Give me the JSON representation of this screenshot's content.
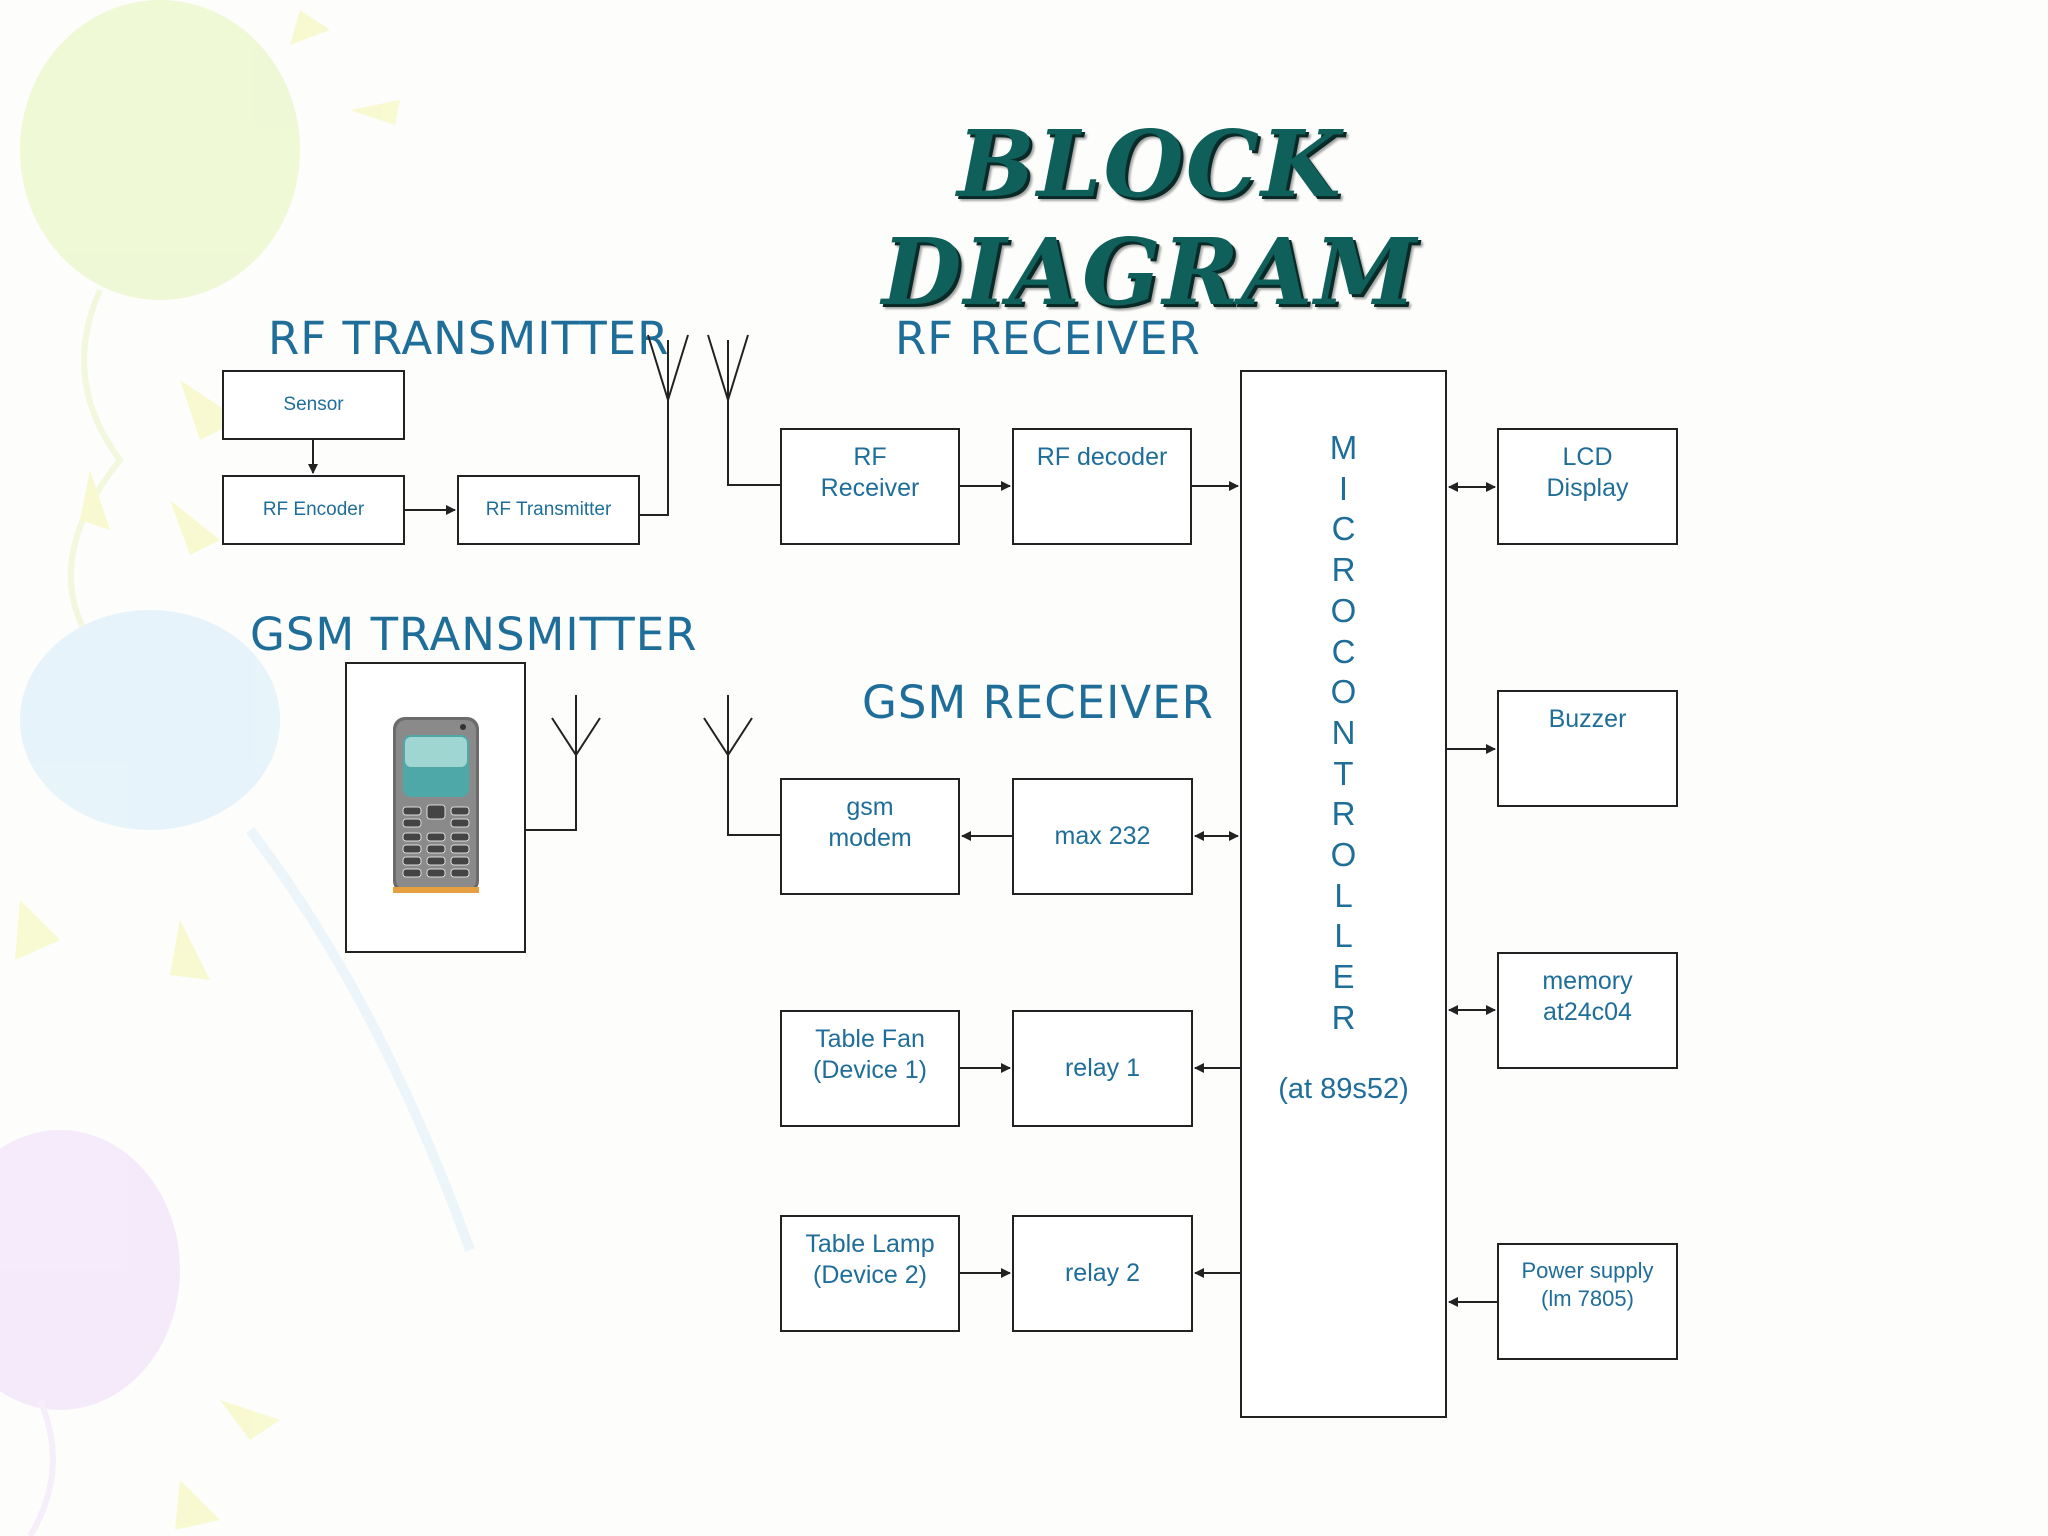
{
  "title": "BLOCK DIAGRAM",
  "sections": {
    "rf_transmitter": "RF TRANSMITTER",
    "rf_receiver": "RF RECEIVER",
    "gsm_transmitter": "GSM TRANSMITTER",
    "gsm_receiver": "GSM RECEIVER"
  },
  "blocks": {
    "sensor": "Sensor",
    "rf_encoder": "RF Encoder",
    "rf_transmitter": "RF Transmitter",
    "rf_receiver": "RF\nReceiver",
    "rf_decoder": "RF decoder",
    "gsm_modem": "gsm\nmodem",
    "max232": "max 232",
    "table_fan": "Table Fan\n(Device 1)",
    "relay1": "relay 1",
    "table_lamp": "Table Lamp\n(Device 2)",
    "relay2": "relay 2",
    "lcd": "LCD\nDisplay",
    "buzzer": "Buzzer",
    "memory": "memory\nat24c04",
    "power_supply": "Power supply\n(lm 7805)"
  },
  "microcontroller": {
    "letters": [
      "M",
      "I",
      "C",
      "R",
      "O",
      "C",
      "O",
      "N",
      "T",
      "R",
      "O",
      "L",
      "L",
      "E",
      "R"
    ],
    "model": "(at 89s52)"
  },
  "icons": {
    "phone": "mobile-phone-icon",
    "antenna": "antenna-icon"
  },
  "colors": {
    "title": "#0f5f5a",
    "label": "#1f6e99",
    "line": "#222222"
  }
}
